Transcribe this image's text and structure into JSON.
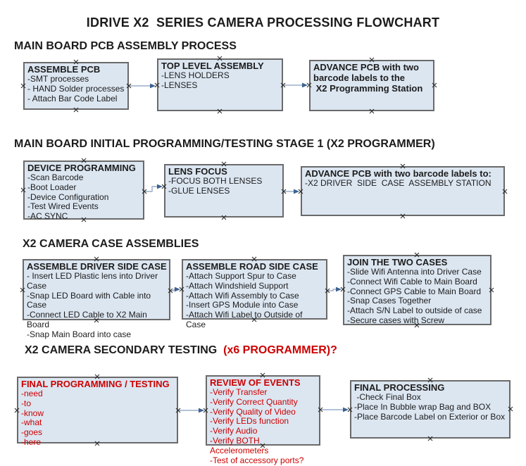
{
  "title": "IDRIVE X2  SERIES CAMERA PROCESSING FLOWCHART",
  "colors": {
    "box_fill": "#dce6f1",
    "box_border": "#6a6a6a",
    "connector_line": "#98aec9",
    "connector_arrowhead": "#3c6390",
    "red_text": "#cc0000",
    "black_text": "#1c1c1c"
  },
  "sections": [
    {
      "heading": "MAIN BOARD PCB ASSEMBLY PROCESS",
      "boxes": [
        {
          "title": "ASSEMBLE PCB",
          "lines": [
            "-SMT processes",
            "- HAND Solder processes",
            "- Attach Bar Code Label"
          ]
        },
        {
          "title": "TOP LEVEL ASSEMBLY",
          "lines": [
            "-LENS HOLDERS",
            "-LENSES"
          ]
        },
        {
          "title": "ADVANCE PCB with two\nbarcode labels to the\n X2 Programming Station",
          "lines": []
        }
      ]
    },
    {
      "heading": "MAIN BOARD INITIAL PROGRAMMING/TESTING STAGE 1 (X2 PROGRAMMER)",
      "boxes": [
        {
          "title": "DEVICE PROGRAMMING",
          "lines": [
            "-Scan Barcode",
            "-Boot Loader",
            "-Device Configuration",
            "-Test Wired Events",
            "-AC SYNC"
          ]
        },
        {
          "title": "LENS FOCUS",
          "lines": [
            "-FOCUS BOTH LENSES",
            "-GLUE LENSES"
          ]
        },
        {
          "title": "ADVANCE PCB with two barcode labels to:",
          "lines": [
            "-X2 DRIVER  SIDE  CASE  ASSEMBLY STATION"
          ]
        }
      ]
    },
    {
      "heading": "X2 CAMERA CASE ASSEMBLIES",
      "boxes": [
        {
          "title": "ASSEMBLE DRIVER SIDE CASE",
          "lines": [
            "- Insert LED Plastic lens into Driver Case",
            "-Snap LED Board with Cable into Case",
            "-Connect LED Cable to X2 Main Board",
            "-Snap Main Board into case"
          ]
        },
        {
          "title": "ASSEMBLE ROAD SIDE CASE",
          "lines": [
            "-Attach Support Spur to Case",
            "-Attach Windshield Support",
            "-Attach Wifi Assembly to Case",
            "-Insert GPS Module into Case",
            "-Attach Wifi Label to Outside of Case"
          ]
        },
        {
          "title": "JOIN THE TWO CASES",
          "lines": [
            "-Slide Wifi Antenna into Driver Case",
            "-Connect Wifi Cable to Main Board",
            "-Connect GPS Cable to Main Board",
            "-Snap Cases Together",
            "-Attach S/N Label to outside of case",
            "-Secure cases with Screw"
          ]
        }
      ]
    },
    {
      "heading": "X2 CAMERA SECONDARY TESTING",
      "heading_red": "  (x6 PROGRAMMER)?",
      "boxes": [
        {
          "title": "FINAL PROGRAMMING / TESTING",
          "lines": [
            "-need",
            "-to",
            "-know",
            "-what",
            "-goes",
            "-here"
          ]
        },
        {
          "title": "REVIEW OF EVENTS",
          "lines": [
            "-Verify Transfer",
            "-Verify Correct Quantity",
            "-Verify Quality of Video",
            "-Verify LEDs function",
            "-Verify Audio",
            "-Verify BOTH Accelerometers",
            "-Test of accessory ports?"
          ]
        },
        {
          "title": "FINAL PROCESSING",
          "lines": [
            " -Check Final Box",
            "-Place In Bubble wrap Bag and BOX",
            "-Place Barcode Label on Exterior or Box"
          ]
        }
      ]
    }
  ]
}
